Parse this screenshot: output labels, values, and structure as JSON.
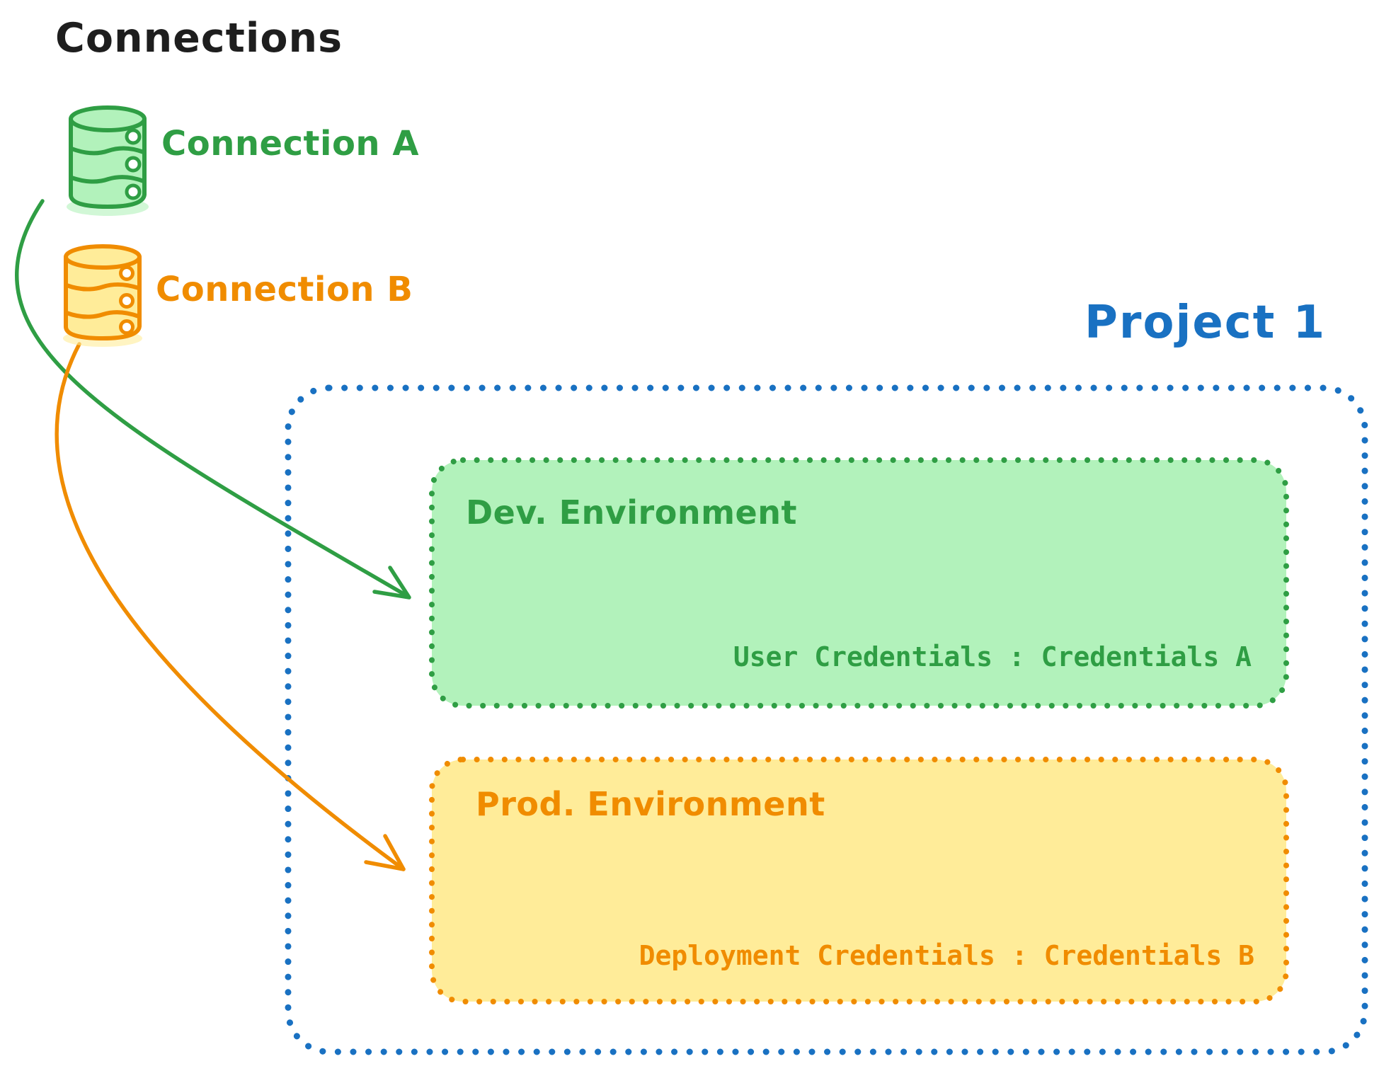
{
  "diagram": {
    "title": "Connections",
    "connections": [
      {
        "label": "Connection A",
        "color": "#2f9e44",
        "icon": "database-icon"
      },
      {
        "label": "Connection B",
        "color": "#f08c00",
        "icon": "database-icon"
      }
    ],
    "project": {
      "title": "Project 1",
      "color": "#1971c2",
      "border_style": "dotted",
      "environments": [
        {
          "name": "Dev. Environment",
          "credentials_label": "User Credentials : Credentials A",
          "stroke_color": "#2f9e44",
          "fill_color": "#b2f2bb",
          "linked_connection": "Connection A"
        },
        {
          "name": "Prod. Environment",
          "credentials_label": "Deployment Credentials : Credentials B",
          "stroke_color": "#f08c00",
          "fill_color": "#ffec99",
          "linked_connection": "Connection B"
        }
      ]
    },
    "text_color": "#1e1e1e"
  }
}
